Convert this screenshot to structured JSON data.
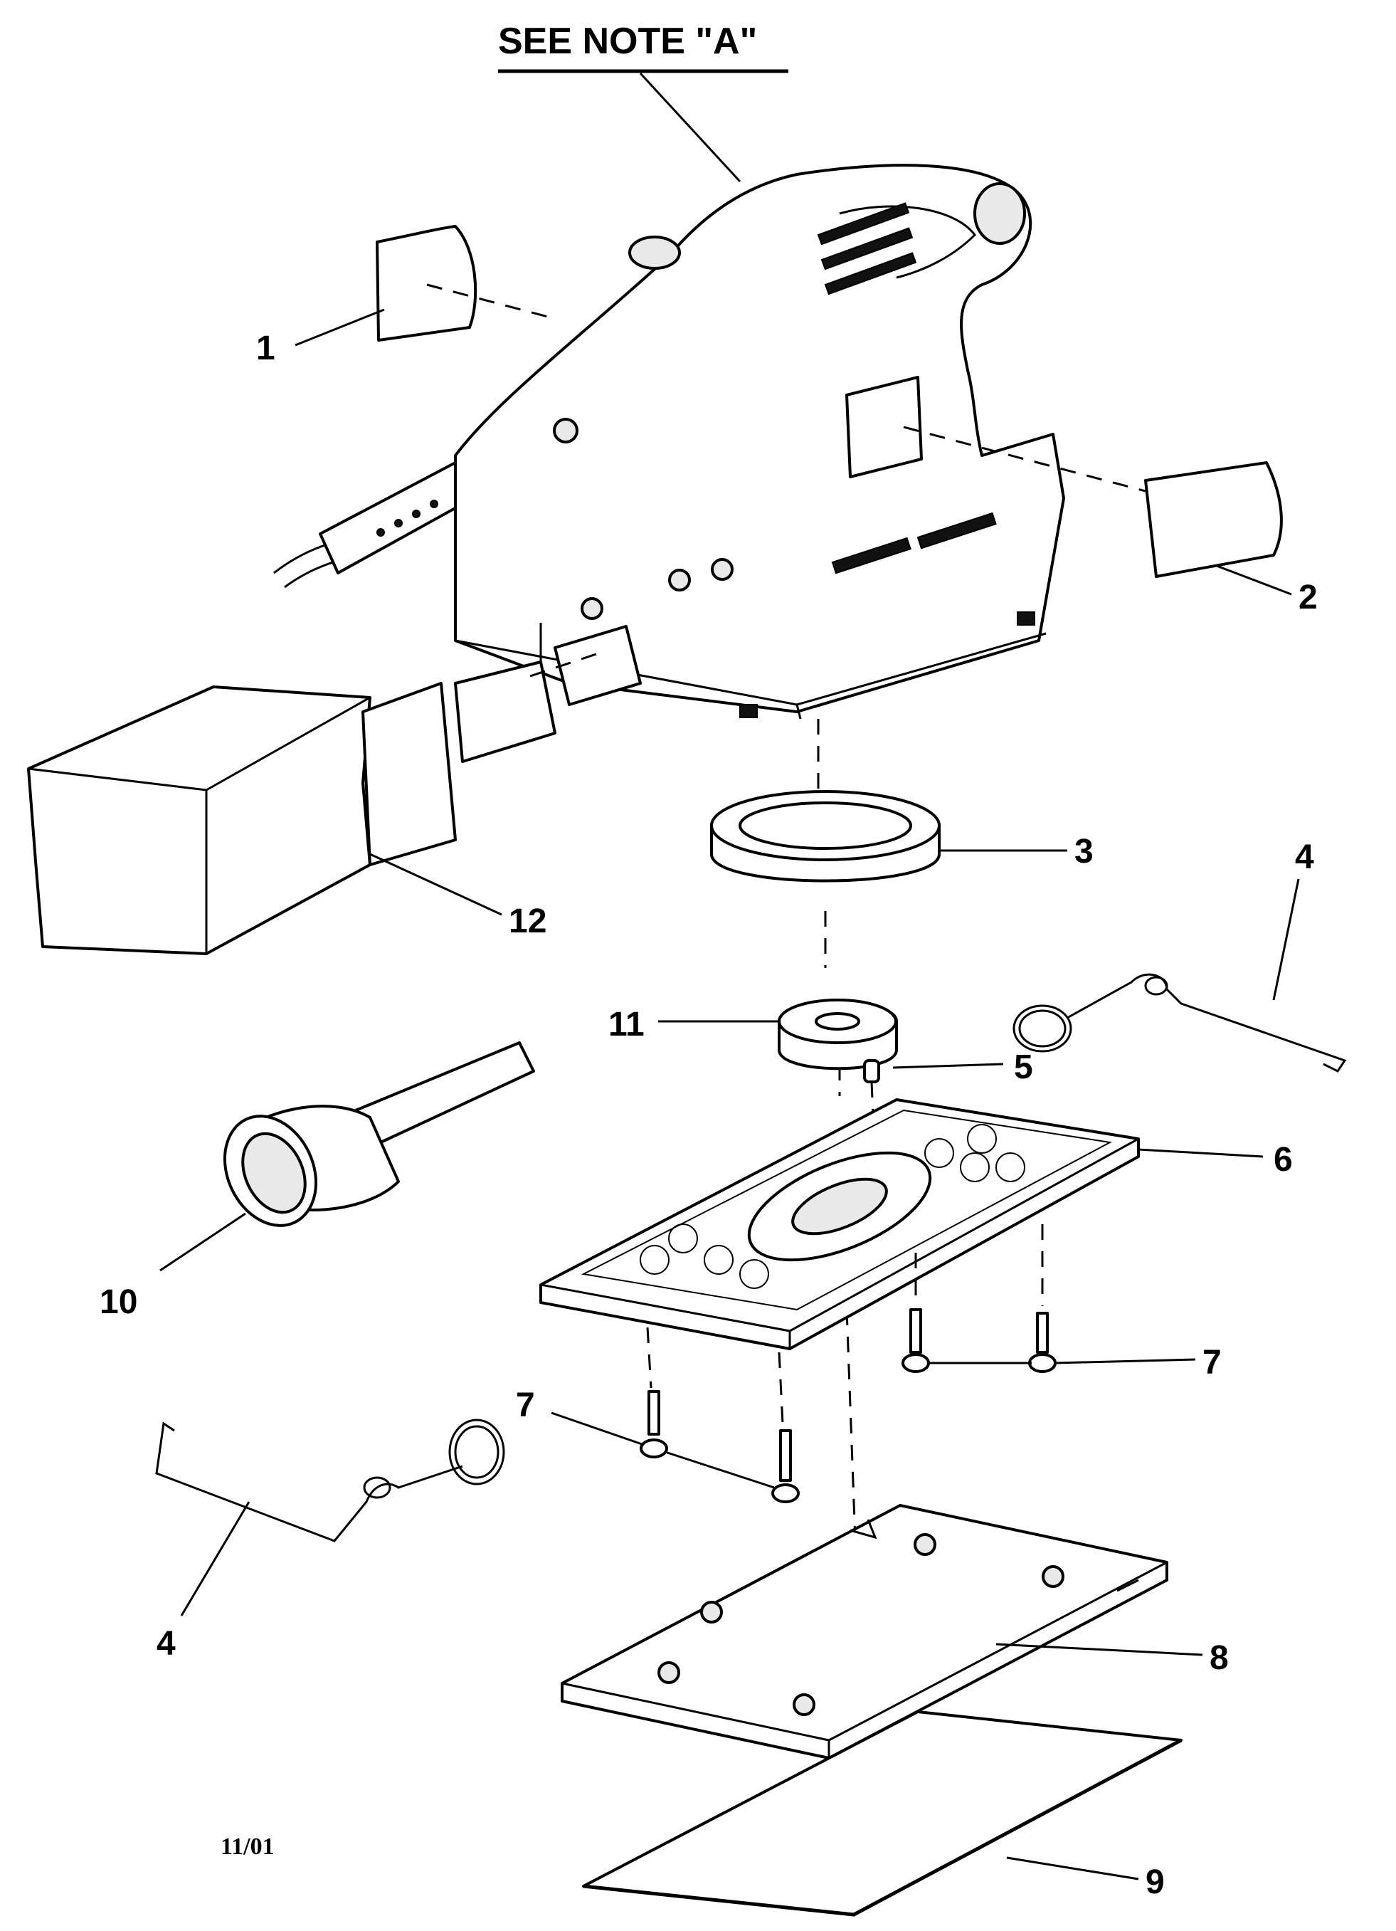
{
  "note_title": "SEE NOTE \"A\"",
  "date_code": "11/01",
  "callouts": [
    {
      "id": "c1",
      "label": "1"
    },
    {
      "id": "c2",
      "label": "2"
    },
    {
      "id": "c3",
      "label": "3"
    },
    {
      "id": "c4a",
      "label": "4"
    },
    {
      "id": "c4b",
      "label": "4"
    },
    {
      "id": "c5",
      "label": "5"
    },
    {
      "id": "c6",
      "label": "6"
    },
    {
      "id": "c7a",
      "label": "7"
    },
    {
      "id": "c7b",
      "label": "7"
    },
    {
      "id": "c8",
      "label": "8"
    },
    {
      "id": "c9",
      "label": "9"
    },
    {
      "id": "c10",
      "label": "10"
    },
    {
      "id": "c11",
      "label": "11"
    },
    {
      "id": "c12",
      "label": "12"
    }
  ]
}
